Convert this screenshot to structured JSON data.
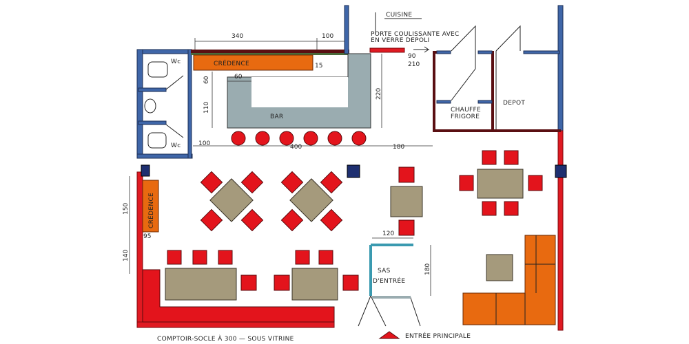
{
  "labels": {
    "cuisine": "CUISINE",
    "porte": "PORTE COULISSANTE AVEC",
    "porte2": "EN VERRE DEPOLI",
    "credence_top": "CRÉDENCE",
    "credence_left": "CRÉDENCE",
    "bar": "BAR",
    "wc1": "Wc",
    "wc2": "Wc",
    "chauffe": "CHAUFFE",
    "chauffe2": "FRIGORE",
    "depot": "DEPOT",
    "sas1": "SAS",
    "sas2": "D'ENTRÉE",
    "entree": "ENTRÉE PRINCIPALE",
    "comptoir": "COMPTOIR-SOCLE À 300 — SOUS VITRINE"
  },
  "dims": {
    "d340": "340",
    "d100a": "100",
    "d15": "15",
    "d60a": "60",
    "d60b": "60",
    "d110": "110",
    "d220": "220",
    "d90": "90",
    "d210": "210",
    "d100b": "100",
    "d400": "400",
    "d180": "180",
    "d150": "150",
    "d140": "140",
    "d95": "95",
    "d120": "120",
    "d180b": "180"
  }
}
